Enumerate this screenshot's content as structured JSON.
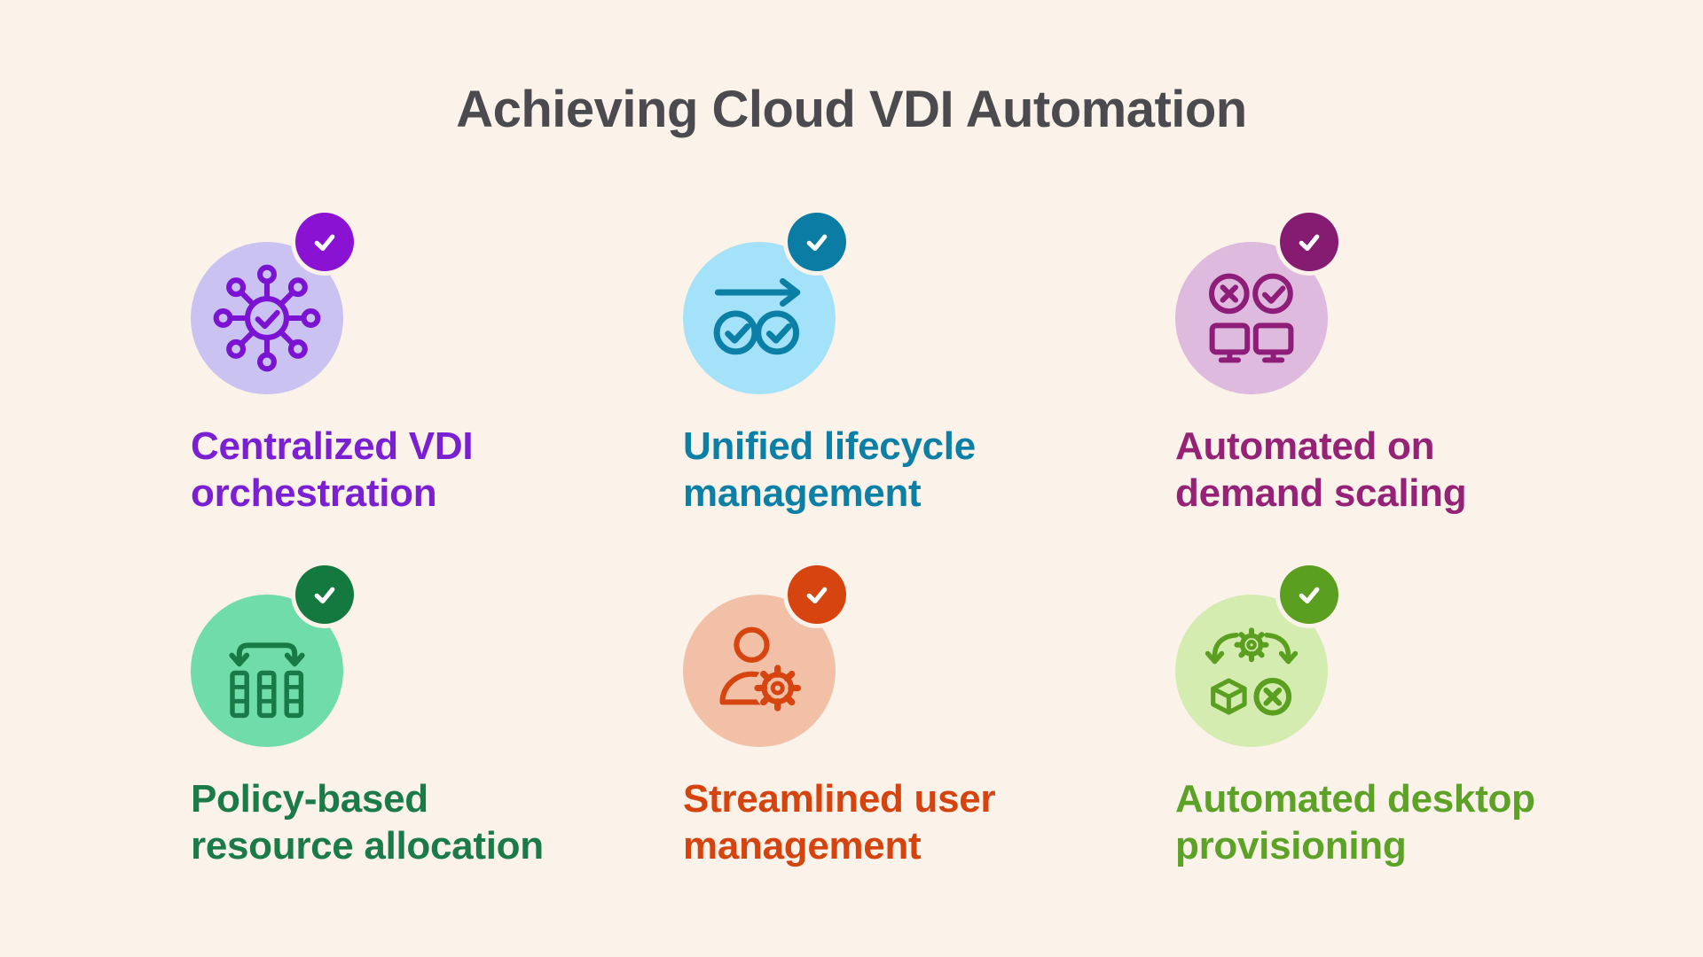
{
  "page": {
    "background": "#FBF2EA"
  },
  "title": {
    "text": "Achieving Cloud VDI Automation",
    "color": "#4B4B4F"
  },
  "badge_icon": "check-icon",
  "items": [
    {
      "label_line1": "Centralized VDI",
      "label_line2": "orchestration",
      "icon": "hub-network-icon",
      "colors": {
        "circle_bg": "#CAC2F1",
        "icon": "#7A14D2",
        "badge": "#8A12D2",
        "label": "#7B1FD3"
      }
    },
    {
      "label_line1": "Unified lifecycle",
      "label_line2": "management",
      "icon": "lifecycle-arrow-icon",
      "colors": {
        "circle_bg": "#A3E2F8",
        "icon": "#0C7FA6",
        "badge": "#0B7DA4",
        "label": "#0C7FA6"
      }
    },
    {
      "label_line1": "Automated on",
      "label_line2": "demand scaling",
      "icon": "scaling-monitors-icon",
      "colors": {
        "circle_bg": "#DDBADE",
        "icon": "#8E1D79",
        "badge": "#861B72",
        "label": "#962277"
      }
    },
    {
      "label_line1": "Policy-based",
      "label_line2": "resource allocation",
      "icon": "resource-columns-icon",
      "colors": {
        "circle_bg": "#70DCA9",
        "icon": "#187A46",
        "badge": "#14793F",
        "label": "#1B7B48"
      }
    },
    {
      "label_line1": "Streamlined user",
      "label_line2": "management",
      "icon": "user-gear-icon",
      "colors": {
        "circle_bg": "#F2C0A6",
        "icon": "#D6440F",
        "badge": "#D6440F",
        "label": "#D5430F"
      }
    },
    {
      "label_line1": "Automated desktop",
      "label_line2": "provisioning",
      "icon": "desktop-provisioning-icon",
      "colors": {
        "circle_bg": "#D4ECB0",
        "icon": "#5B9F20",
        "badge": "#5B9F20",
        "label": "#5CA226"
      }
    }
  ]
}
